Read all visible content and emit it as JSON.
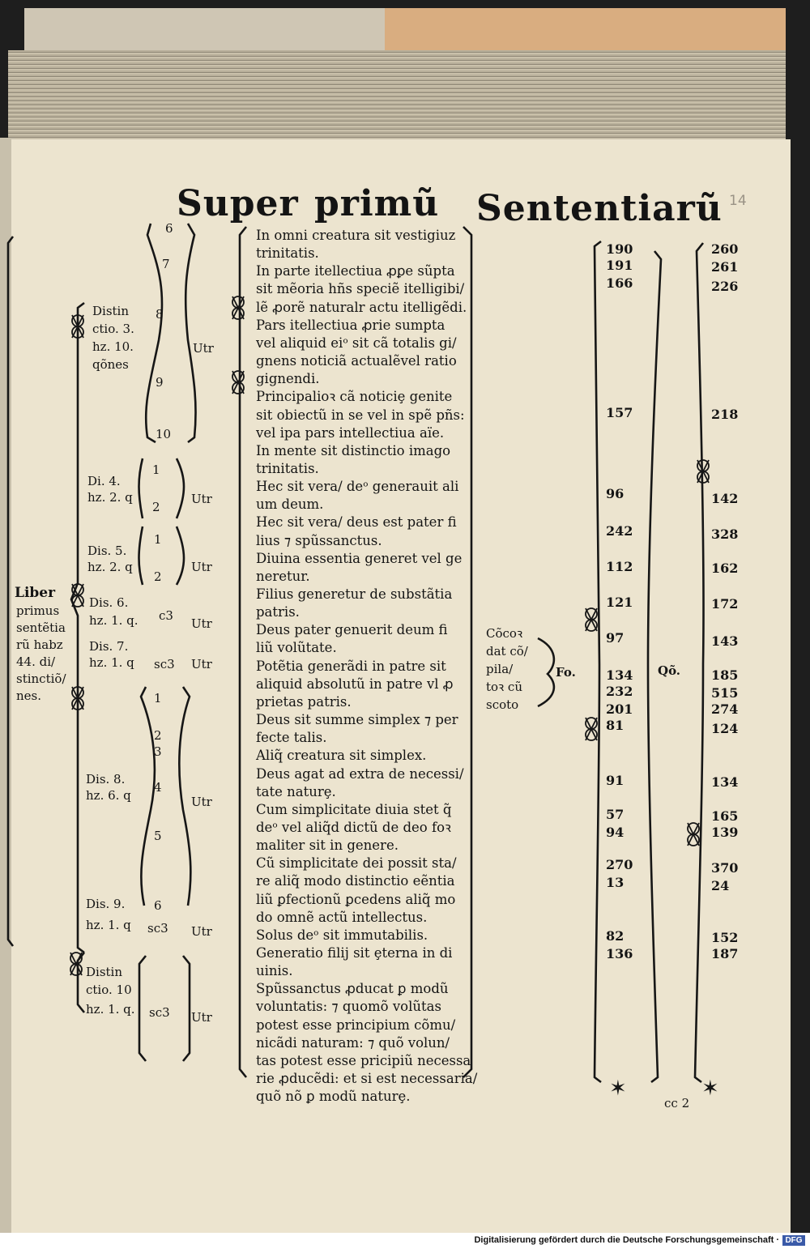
{
  "page": {
    "header": {
      "word1": "Super",
      "word2": "primũ",
      "word3": "Sententiarũ"
    },
    "pencil_folio": "14",
    "signature": "cc 2",
    "footer": "Digitalisierung gefördert durch die Deutsche Forschungsgemeinschaft ·",
    "footer_logo": "DFG"
  },
  "left_margin": {
    "liber": [
      "Liber",
      "primus",
      "sentẽtia",
      "rũ habz",
      "44. di/",
      "stinctiõ/",
      "nes."
    ]
  },
  "distinctions": [
    {
      "lines": [
        "Distin",
        "ctio. 3.",
        "hz. 10.",
        "qõnes"
      ]
    },
    {
      "lines": [
        "Di. 4.",
        "hz. 2. q"
      ]
    },
    {
      "lines": [
        "Dis. 5.",
        "hz. 2. q"
      ]
    },
    {
      "lines": [
        "Dis. 6."
      ]
    },
    {
      "lines": [
        "hz. 1. q."
      ]
    },
    {
      "lines": [
        "Dis. 7.",
        "hz. 1. q"
      ]
    },
    {
      "lines": [
        "Dis. 8.",
        "hz. 6. q"
      ]
    },
    {
      "lines": [
        "Dis. 9.",
        "hz. 1. q"
      ]
    },
    {
      "lines": [
        "Distin",
        "ctio. 10",
        "hz. 1. q."
      ]
    }
  ],
  "qnums": [
    "6",
    "7",
    "8",
    "9",
    "10",
    "1",
    "2",
    "1",
    "2",
    "c3",
    "sc3",
    "1",
    "2",
    "3",
    "4",
    "5",
    "6",
    "sc3",
    "sc3"
  ],
  "utr": "Utr",
  "questions": [
    "In omni creatura sit vestigiuz",
    "trinitatis.",
    "In parte itellectiua ꝓꝑe sũpta",
    "sit mẽoria hñs speciẽ itelligibi/",
    "lẽ ꝓorẽ naturalr actu itelligẽdi.",
    "Pars itellectiua ꝓrie sumpta",
    "vel aliquid eiᵒ sit cã totalis gi/",
    "gnens noticiã actualẽvel ratio",
    "gignendi.",
    "Principalioꝛ cã noticiȩ genite",
    "sit obiectũ in se vel in spẽ pñs:",
    "vel ipa pars intellectiua aïe.",
    "In mente sit distinctio imago",
    "trinitatis.",
    "Hec sit vera/ deᵒ generauit ali",
    "um deum.",
    "Hec sit vera/ deus est pater fi",
    "lius ⁊ spũssanctus.",
    "Diuina essentia generet vel ge",
    "neretur.",
    "Filius generetur de substãtia",
    "patris.",
    "Deus pater genuerit deum fi",
    "liũ volũtate.",
    "Potẽtia generãdi in patre sit",
    "aliquid absolutũ in patre vl ꝓ",
    "prietas patris.",
    "Deus sit summe simplex ⁊ per",
    "fecte talis.",
    "Aliq̃ creatura sit simplex.",
    "Deus agat ad extra de necessi/",
    "tate naturȩ.",
    "Cum simplicitate diuia stet q̃",
    "deᵒ vel aliq̃d dictũ de deo foꝛ",
    "maliter sit in genere.",
    "Cũ simplicitate dei possit sta/",
    "re aliq̃ modo distinctio eẽntia",
    "liũ ꝑfectionũ ꝑcedens aliq̃ mo",
    "do omnẽ actũ intellectus.",
    "Solus deᵒ sit immutabilis.",
    "Generatio filij sit ȩterna in di",
    "uinis.",
    "Spũssanctus ꝓducat ꝑ modũ",
    "voluntatis: ⁊ quomõ volũtas",
    "potest esse principium cõmu/",
    "nicãdi naturam: ⁊ quõ volun/",
    "tas potest esse pricipiũ necessa",
    "rie ꝓducẽdi: et si est necessaria/",
    "quõ nõ ꝑ modũ naturȩ."
  ],
  "concordance": {
    "lines": [
      "Cõcoꝛ",
      "dat cõ/",
      "pila/",
      "toꝛ cũ",
      "scoto"
    ],
    "fo": "Fo.",
    "qo": "Qõ."
  },
  "folio_numbers": [
    "190",
    "191",
    "166",
    "157",
    "96",
    "242",
    "112",
    "121",
    "97",
    "134",
    "232",
    "201",
    "81",
    "91",
    "57",
    "94",
    "270",
    "13",
    "82",
    "136"
  ],
  "question_numbers": [
    "260",
    "261",
    "226",
    "218",
    "142",
    "328",
    "162",
    "172",
    "143",
    "185",
    "515",
    "274",
    "124",
    "134",
    "165",
    "139",
    "370",
    "24",
    "152",
    "187"
  ]
}
